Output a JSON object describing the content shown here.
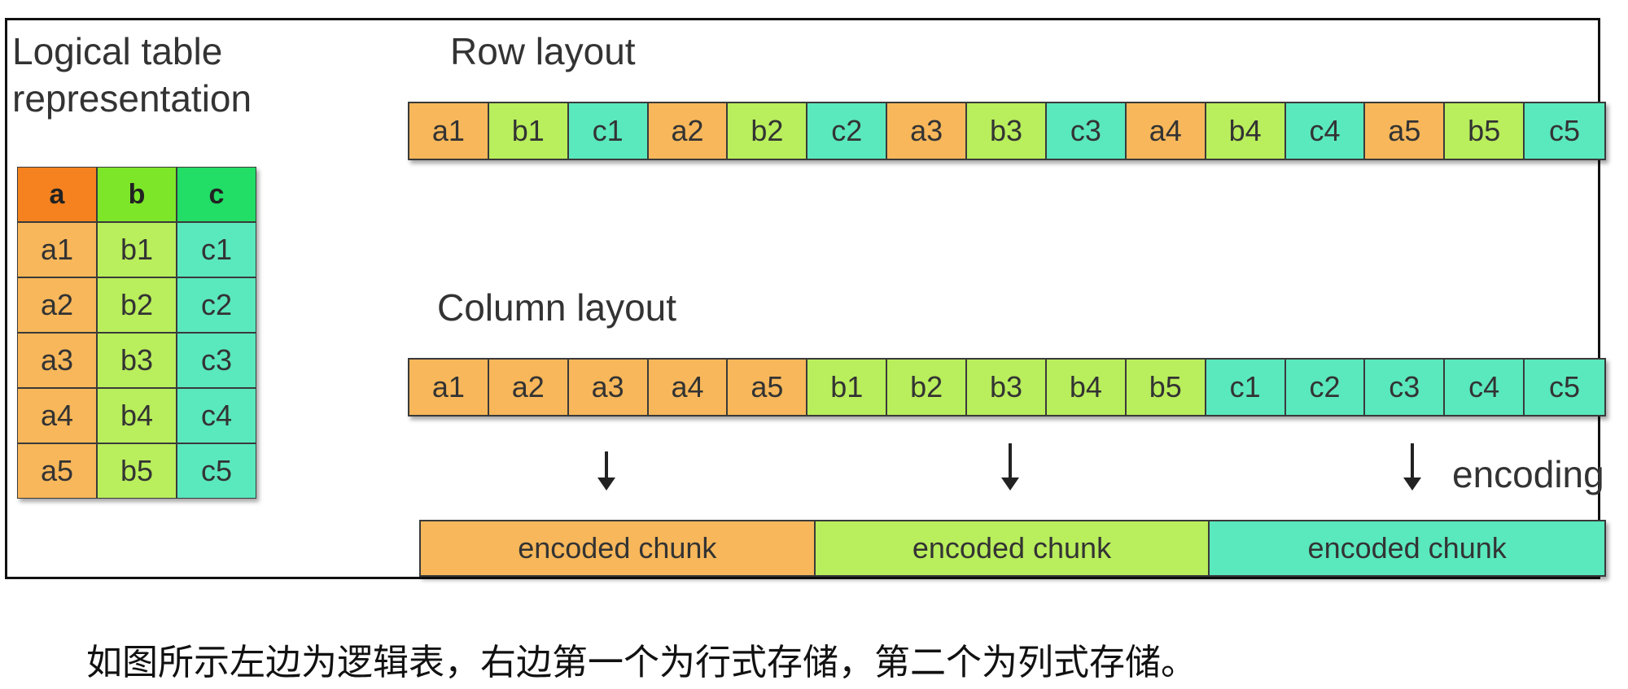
{
  "labels": {
    "logical": "Logical table\nrepresentation",
    "row_layout": "Row layout",
    "column_layout": "Column layout",
    "encoding": "encoding"
  },
  "table": {
    "headers": [
      "a",
      "b",
      "c"
    ],
    "rows": [
      [
        "a1",
        "b1",
        "c1"
      ],
      [
        "a2",
        "b2",
        "c2"
      ],
      [
        "a3",
        "b3",
        "c3"
      ],
      [
        "a4",
        "b4",
        "c4"
      ],
      [
        "a5",
        "b5",
        "c5"
      ]
    ]
  },
  "row_layout": [
    "a1",
    "b1",
    "c1",
    "a2",
    "b2",
    "c2",
    "a3",
    "b3",
    "c3",
    "a4",
    "b4",
    "c4",
    "a5",
    "b5",
    "c5"
  ],
  "column_layout": [
    "a1",
    "a2",
    "a3",
    "a4",
    "a5",
    "b1",
    "b2",
    "b3",
    "b4",
    "b5",
    "c1",
    "c2",
    "c3",
    "c4",
    "c5"
  ],
  "chunks": [
    "encoded chunk",
    "encoded chunk",
    "encoded chunk"
  ],
  "caption": "如图所示左边为逻辑表，右边第一个为行式存储，第二个为列式存储。",
  "colors": {
    "a": "#f7b75a",
    "b": "#b9ee5c",
    "c": "#5ae8bd",
    "a_header": "#f5821f",
    "b_header": "#7de629",
    "c_header": "#22dd66"
  }
}
